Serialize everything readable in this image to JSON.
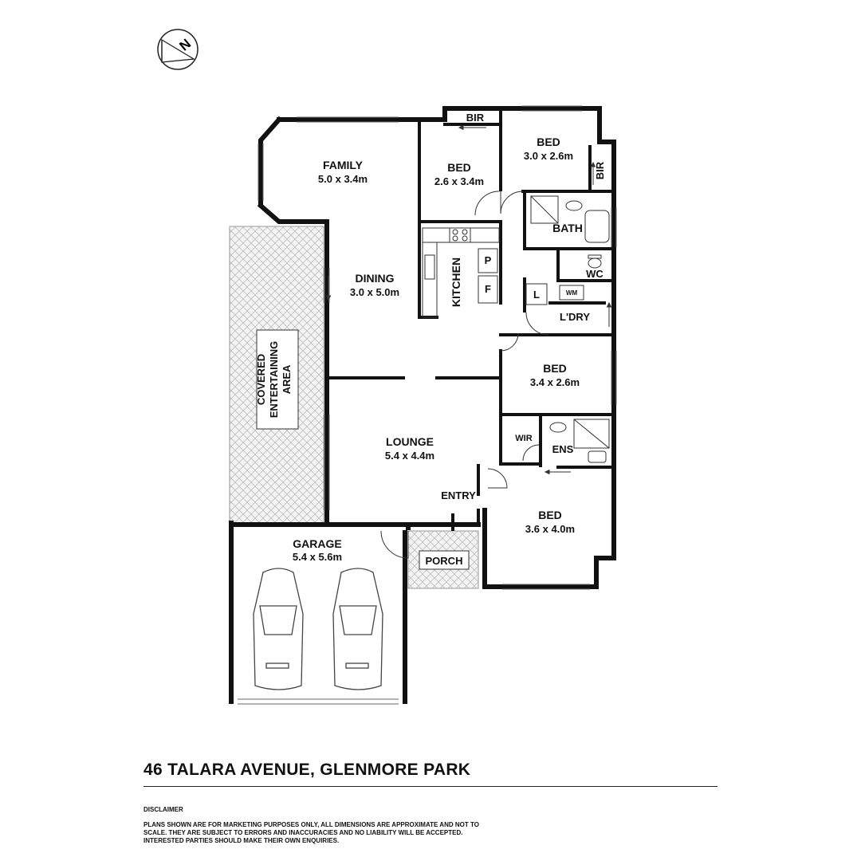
{
  "compass": {
    "letter": "N",
    "icon": "north-arrow-icon"
  },
  "rooms": {
    "family": {
      "name": "FAMILY",
      "dims": "5.0 x 3.4m"
    },
    "dining": {
      "name": "DINING",
      "dims": "3.0 x 5.0m"
    },
    "bed_1": {
      "name": "BED",
      "dims": "2.6 x 3.4m"
    },
    "bed_2": {
      "name": "BED",
      "dims": "3.0 x 2.6m"
    },
    "bed_3": {
      "name": "BED",
      "dims": "3.4 x 2.6m"
    },
    "bed_4": {
      "name": "BED",
      "dims": "3.6 x 4.0m"
    },
    "lounge": {
      "name": "LOUNGE",
      "dims": "5.4 x 4.4m"
    },
    "garage": {
      "name": "GARAGE",
      "dims": "5.4 x 5.6m"
    },
    "kitchen": {
      "name": "KITCHEN"
    },
    "bath": {
      "name": "BATH"
    },
    "wc": {
      "name": "WC"
    },
    "laundry": {
      "name": "L'DRY"
    },
    "ensuite": {
      "name": "ENS"
    },
    "entry": {
      "name": "ENTRY"
    },
    "porch": {
      "name": "PORCH"
    },
    "bir_top": {
      "name": "BIR"
    },
    "bir_side": {
      "name": "BIR"
    },
    "wir": {
      "name": "WIR"
    },
    "pantry": {
      "name": "P"
    },
    "fridge": {
      "name": "F"
    },
    "linen": {
      "name": "L"
    },
    "washing_machine": {
      "name": "WM"
    },
    "covered_area": {
      "line1": "COVERED",
      "line2": "ENTERTAINING",
      "line3": "AREA"
    }
  },
  "footer": {
    "address": "46 TALARA AVENUE, GLENMORE PARK",
    "disclaimer_title": "DISCLAIMER",
    "disclaimer_text": "PLANS SHOWN ARE FOR MARKETING PURPOSES ONLY, ALL DIMENSIONS ARE APPROXIMATE AND NOT TO SCALE. THEY ARE SUBJECT TO ERRORS AND INACCURACIES AND NO LIABILITY WILL BE ACCEPTED. INTERESTED PARTIES SHOULD MAKE THEIR OWN ENQUIRIES."
  }
}
